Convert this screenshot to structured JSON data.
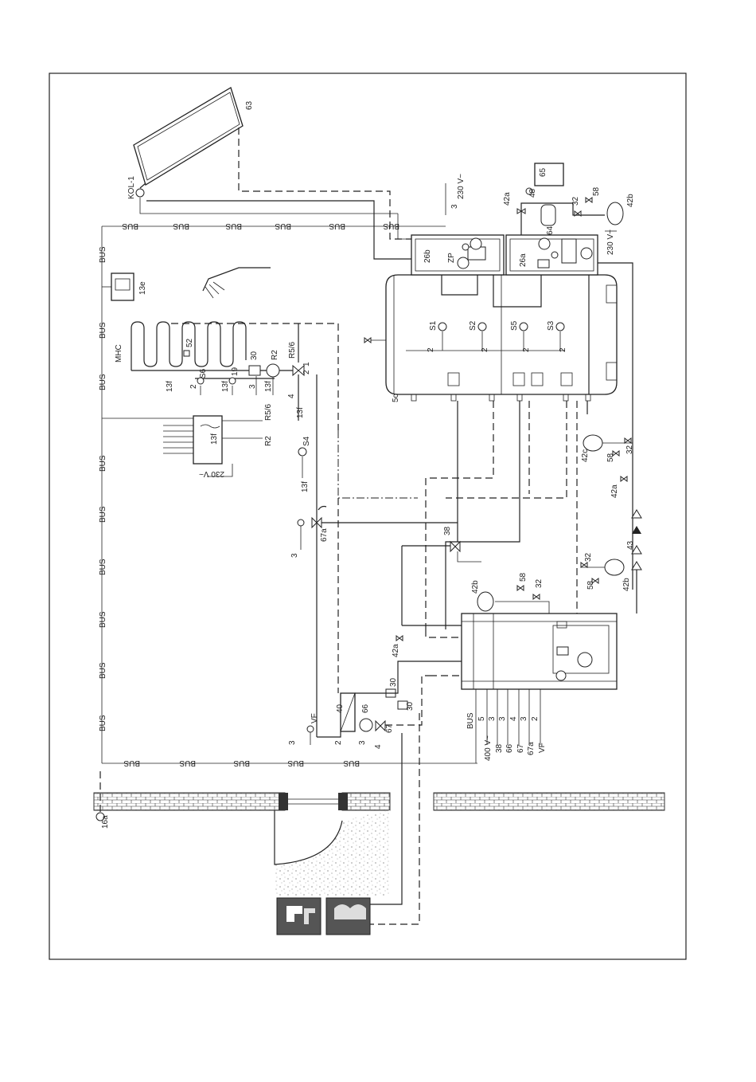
{
  "labels": {
    "l_63": "63",
    "l_kol": "KOL-1",
    "l_bus": "BUS",
    "l_v230": "230 V~",
    "l_13e": "13e",
    "l_mhc": "MHC",
    "l_52": "52",
    "l_30": "30",
    "l_r2": "R2",
    "l_r56": "R5/6",
    "l_s6": "S6",
    "l_19": "19",
    "l_13f": "13f",
    "l_s4": "S4",
    "l_r2b": "R2",
    "l_r56b": "R5/6",
    "l_5c": "5c",
    "l_26b": "26b",
    "l_zp": "ZP",
    "l_26a": "26a",
    "l_s1": "S1",
    "l_s2": "S2",
    "l_s5": "S5",
    "l_s3": "S3",
    "l_42a": "42a",
    "l_42b": "42b",
    "l_42c": "42c",
    "l_48": "48",
    "l_64": "64",
    "l_65": "65",
    "l_32": "32",
    "l_58": "58",
    "l_43": "43",
    "l_38": "38",
    "l_67a": "67a",
    "l_40": "40",
    "l_66": "66",
    "l_67": "67",
    "l_vf": "VF",
    "l_400v": "400 V~",
    "l_16a": "16a",
    "n2": "2",
    "n3": "3",
    "n4": "4",
    "n5": "5",
    "n1": "1",
    "l_wire_38": "38",
    "l_wire_66": "66",
    "l_wire_67": "67",
    "l_wire_67a": "67a",
    "l_wire_vf": "VF"
  }
}
